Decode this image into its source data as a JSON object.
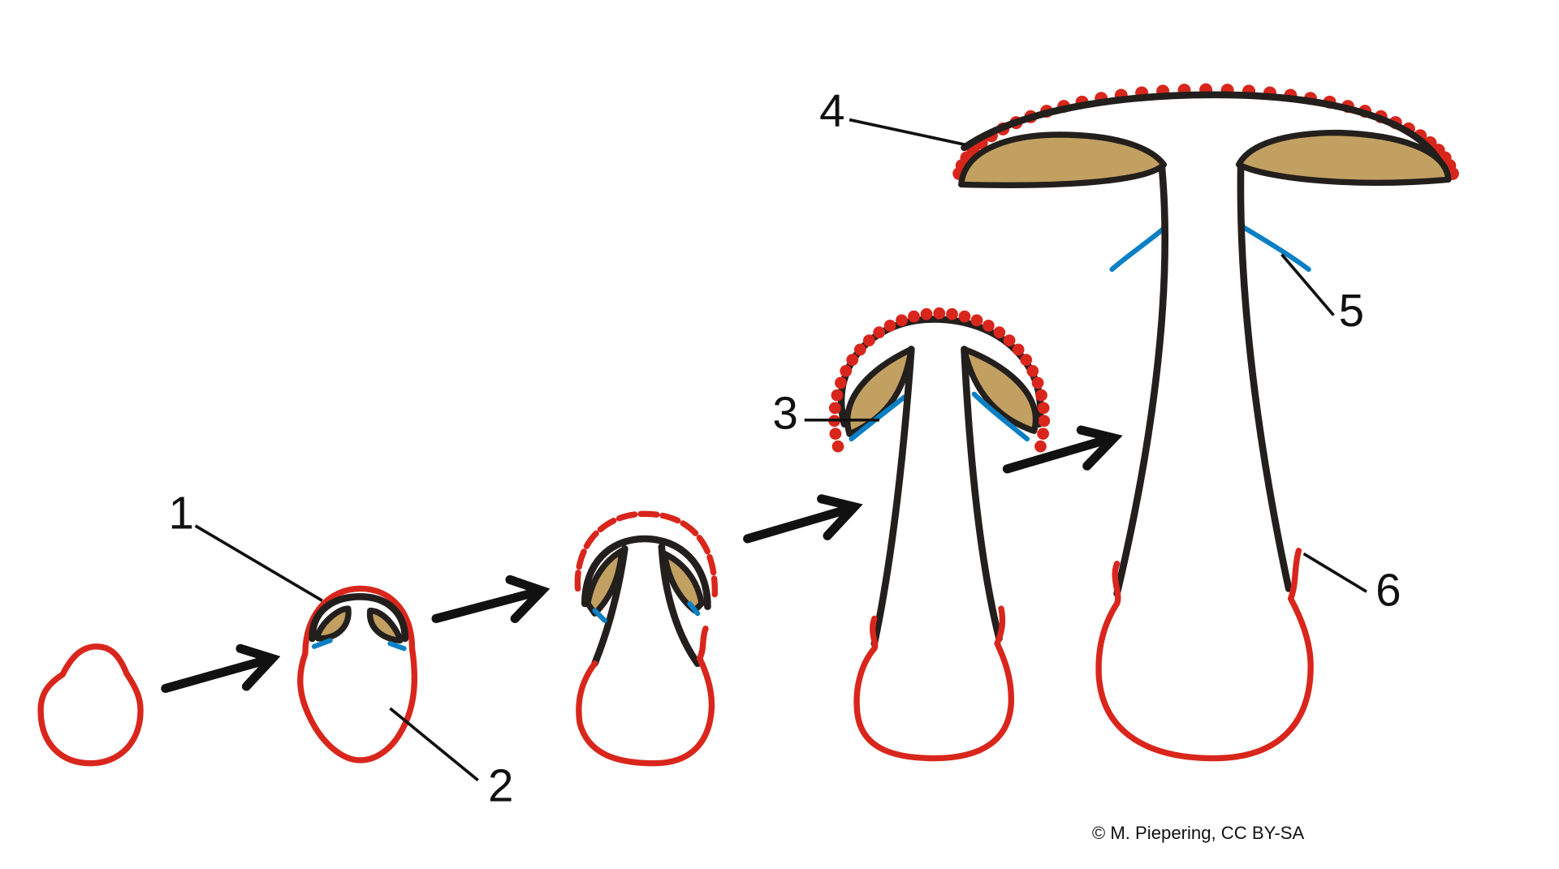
{
  "diagram": {
    "title": "Mushroom fruiting body development stages",
    "labels": [
      "1",
      "2",
      "3",
      "4",
      "5",
      "6"
    ],
    "colors": {
      "universal_veil": "#d9261c",
      "partial_veil": "#0a7fc4",
      "outline": "#231f1c",
      "gills": "#c1a062"
    },
    "copyright": "© M. Piepering, CC BY-SA"
  }
}
